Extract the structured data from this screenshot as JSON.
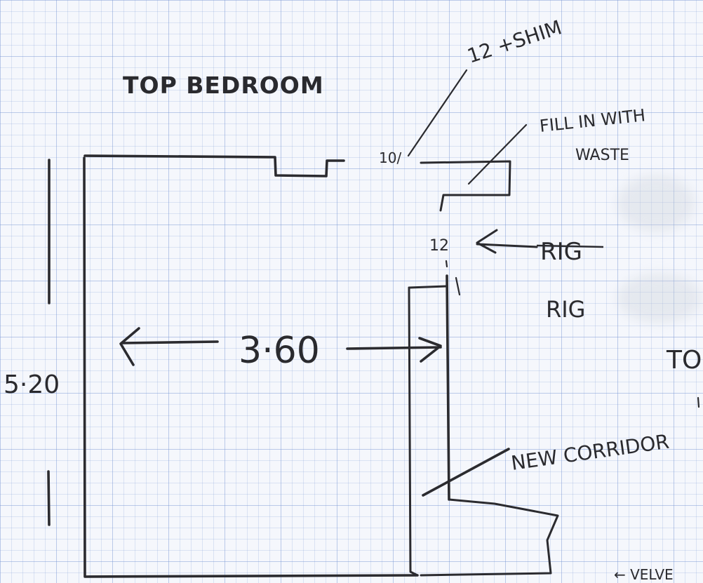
{
  "sketch": {
    "title": "TOP BEDROOM",
    "dimensions": {
      "width_label": "3·60",
      "height_label": "5·20"
    },
    "labels": {
      "shim": "12 +SHIM",
      "fill_waste_line1": "FILL IN WITH",
      "fill_waste_line2": "WASTE",
      "small_top": "10/",
      "small_mid": "12",
      "rig_struck": "RIG",
      "rig": "RIG",
      "new_corridor": "NEW CORRIDOR",
      "right_edge": "TO",
      "bottom_note": "← VELVE"
    }
  }
}
